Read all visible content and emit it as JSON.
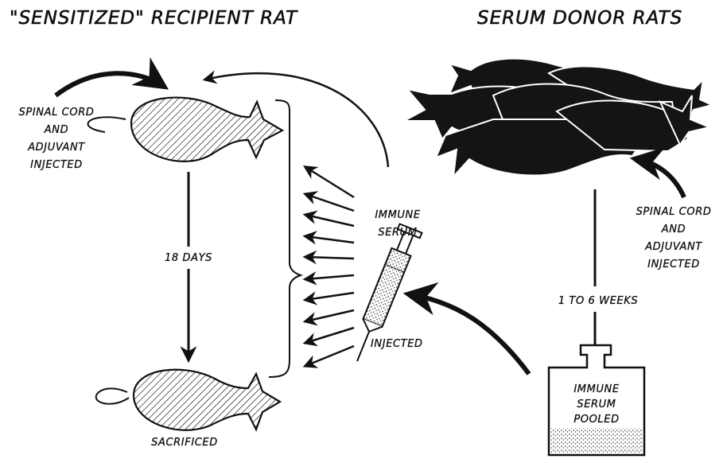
{
  "titles": {
    "recipient": "\"SENSITIZED\" RECIPIENT RAT",
    "donors": "SERUM DONOR RATS"
  },
  "labels": {
    "recipient_injection": [
      "SPINAL CORD",
      "AND",
      "ADJUVANT",
      "INJECTED"
    ],
    "donor_injection": [
      "SPINAL CORD",
      "AND",
      "ADJUVANT",
      "INJECTED"
    ],
    "interval_recipient": "18 DAYS",
    "interval_donors": "1 TO 6 WEEKS",
    "serum": [
      "IMMUNE",
      "SERUM"
    ],
    "syringe_injected": "INJECTED",
    "pooled": [
      "IMMUNE",
      "SERUM",
      "POOLED"
    ],
    "outcome": "SACRIFICED"
  },
  "colors": {
    "ink": "#111111",
    "background": "#ffffff"
  }
}
